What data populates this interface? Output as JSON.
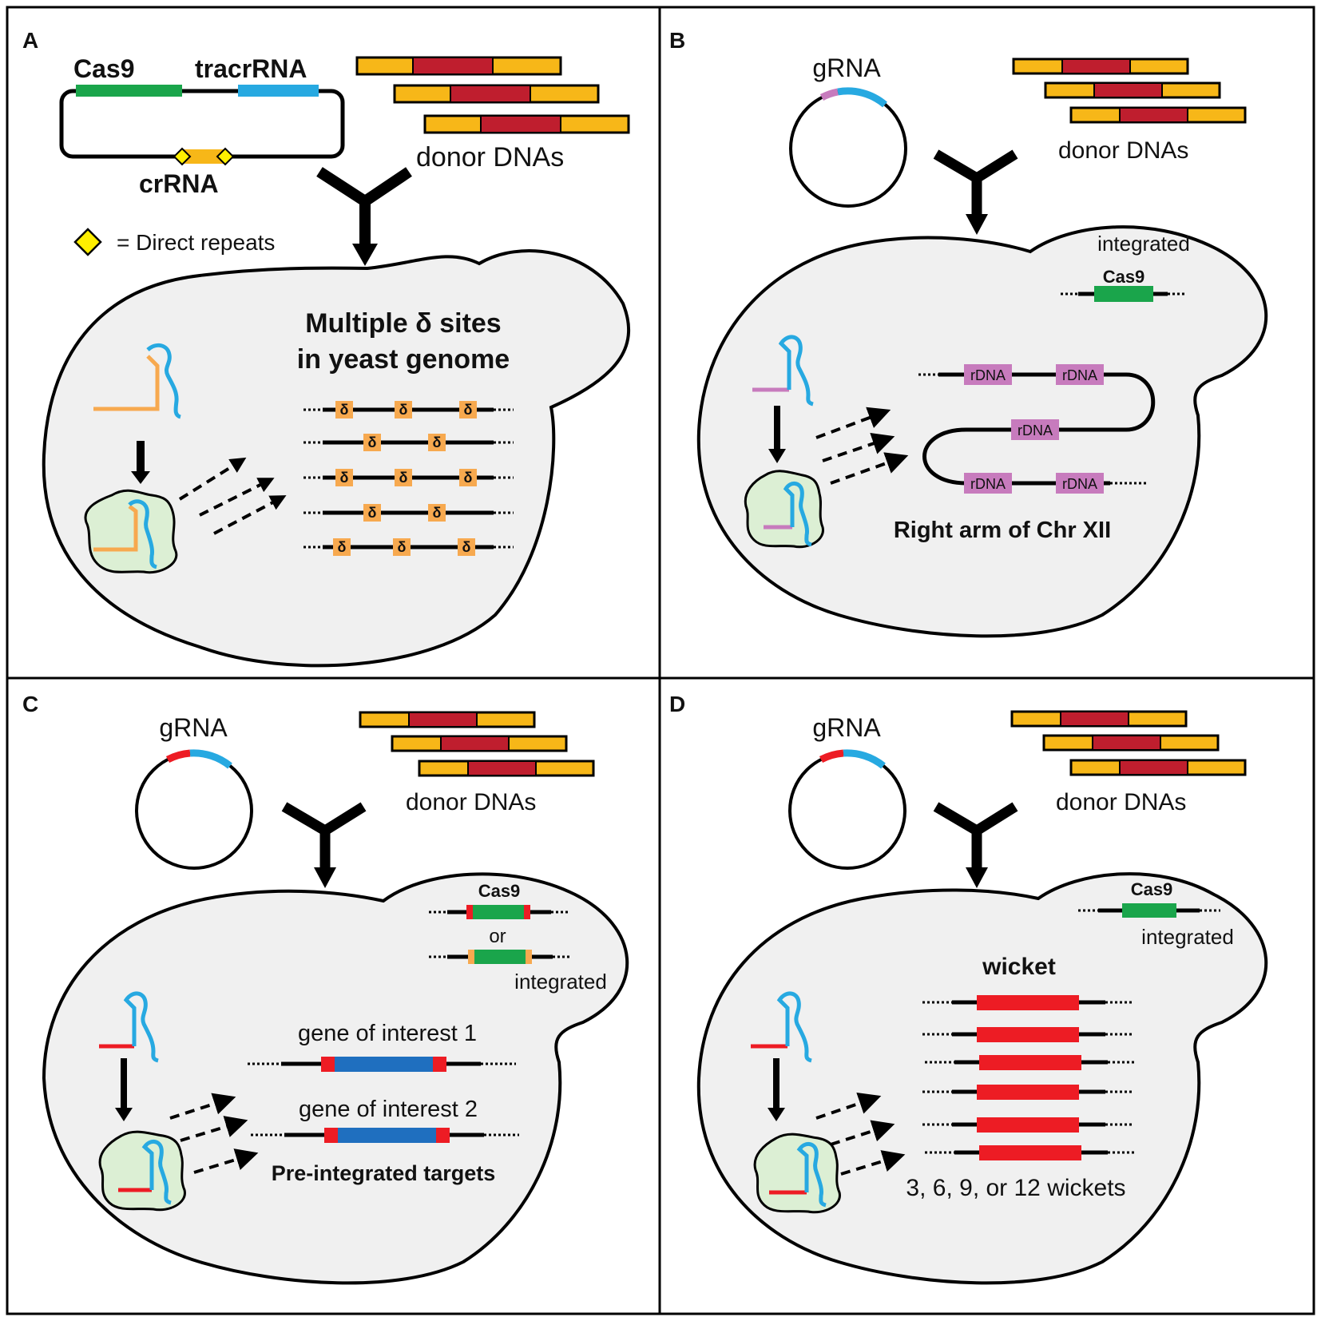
{
  "colors": {
    "orange": "#f7b718",
    "dark_red": "#bf1e2e",
    "green": "#1aa54b",
    "blue": "#27a9e1",
    "gene_blue": "#1f6fbf",
    "red": "#ed1c24",
    "purple": "#c77bbd",
    "light_orange": "#f7a94f",
    "delta_box": "#f7a94f",
    "cell_fill": "#f0f0f0",
    "cas_fill": "#dcefd4"
  },
  "panel_a": {
    "letter": "A",
    "cas9": "Cas9",
    "tracrrna": "tracrRNA",
    "crrna": "crRNA",
    "legend": "= Direct repeats",
    "donor": "donor DNAs",
    "title_line1": "Multiple δ sites",
    "title_line2": "in yeast genome",
    "delta": "δ"
  },
  "panel_b": {
    "letter": "B",
    "grna": "gRNA",
    "donor": "donor DNAs",
    "integrated": "integrated",
    "cas9": "Cas9",
    "rdna": "rDNA",
    "caption": "Right arm of Chr XII"
  },
  "panel_c": {
    "letter": "C",
    "grna": "gRNA",
    "donor": "donor DNAs",
    "cas9": "Cas9",
    "or": "or",
    "integrated": "integrated",
    "gene1": "gene of interest 1",
    "gene2": "gene of interest 2",
    "caption": "Pre-integrated targets"
  },
  "panel_d": {
    "letter": "D",
    "grna": "gRNA",
    "donor": "donor DNAs",
    "cas9": "Cas9",
    "integrated": "integrated",
    "wicket": "wicket",
    "caption": "3, 6, 9, or 12 wickets"
  }
}
